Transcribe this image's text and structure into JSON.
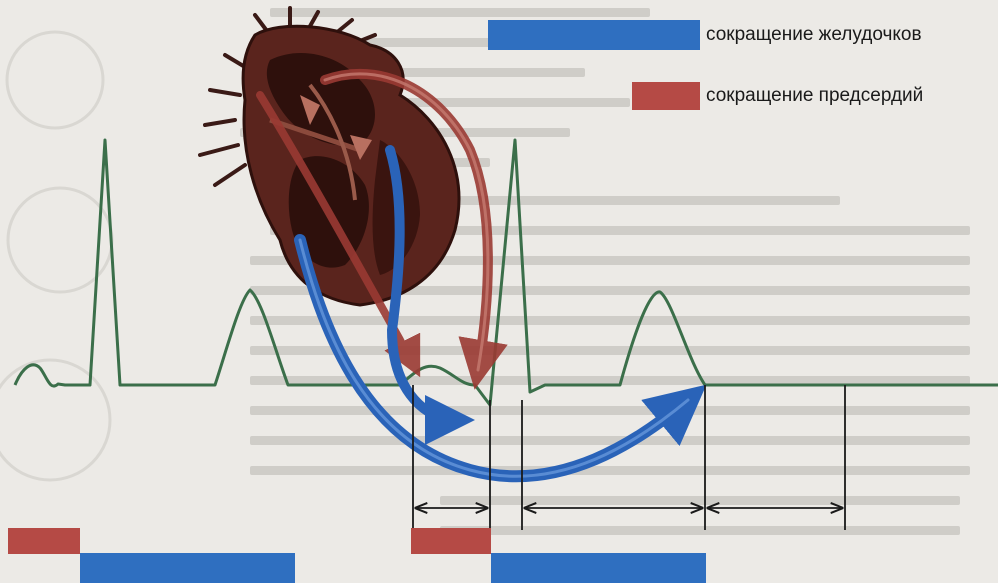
{
  "legend": {
    "ventricles": {
      "label": "сокращение желудочков",
      "color": "#2f6fc0"
    },
    "atria": {
      "label": "сокращение предсердий",
      "color": "#b54a45"
    }
  },
  "colors": {
    "ecg_line": "#3b6f4a",
    "interval_line": "#1a1a1a",
    "arrow_blue": "#2a63b8",
    "arrow_red": "#9a3a33",
    "heart_dark": "#4a1f1a",
    "heart_mid": "#7a3a30",
    "page_bg": "#eceae6",
    "faded_text": "#c9c7c2"
  },
  "icons": [
    "heart-illustration",
    "ecg-trace",
    "interval-arrows"
  ]
}
